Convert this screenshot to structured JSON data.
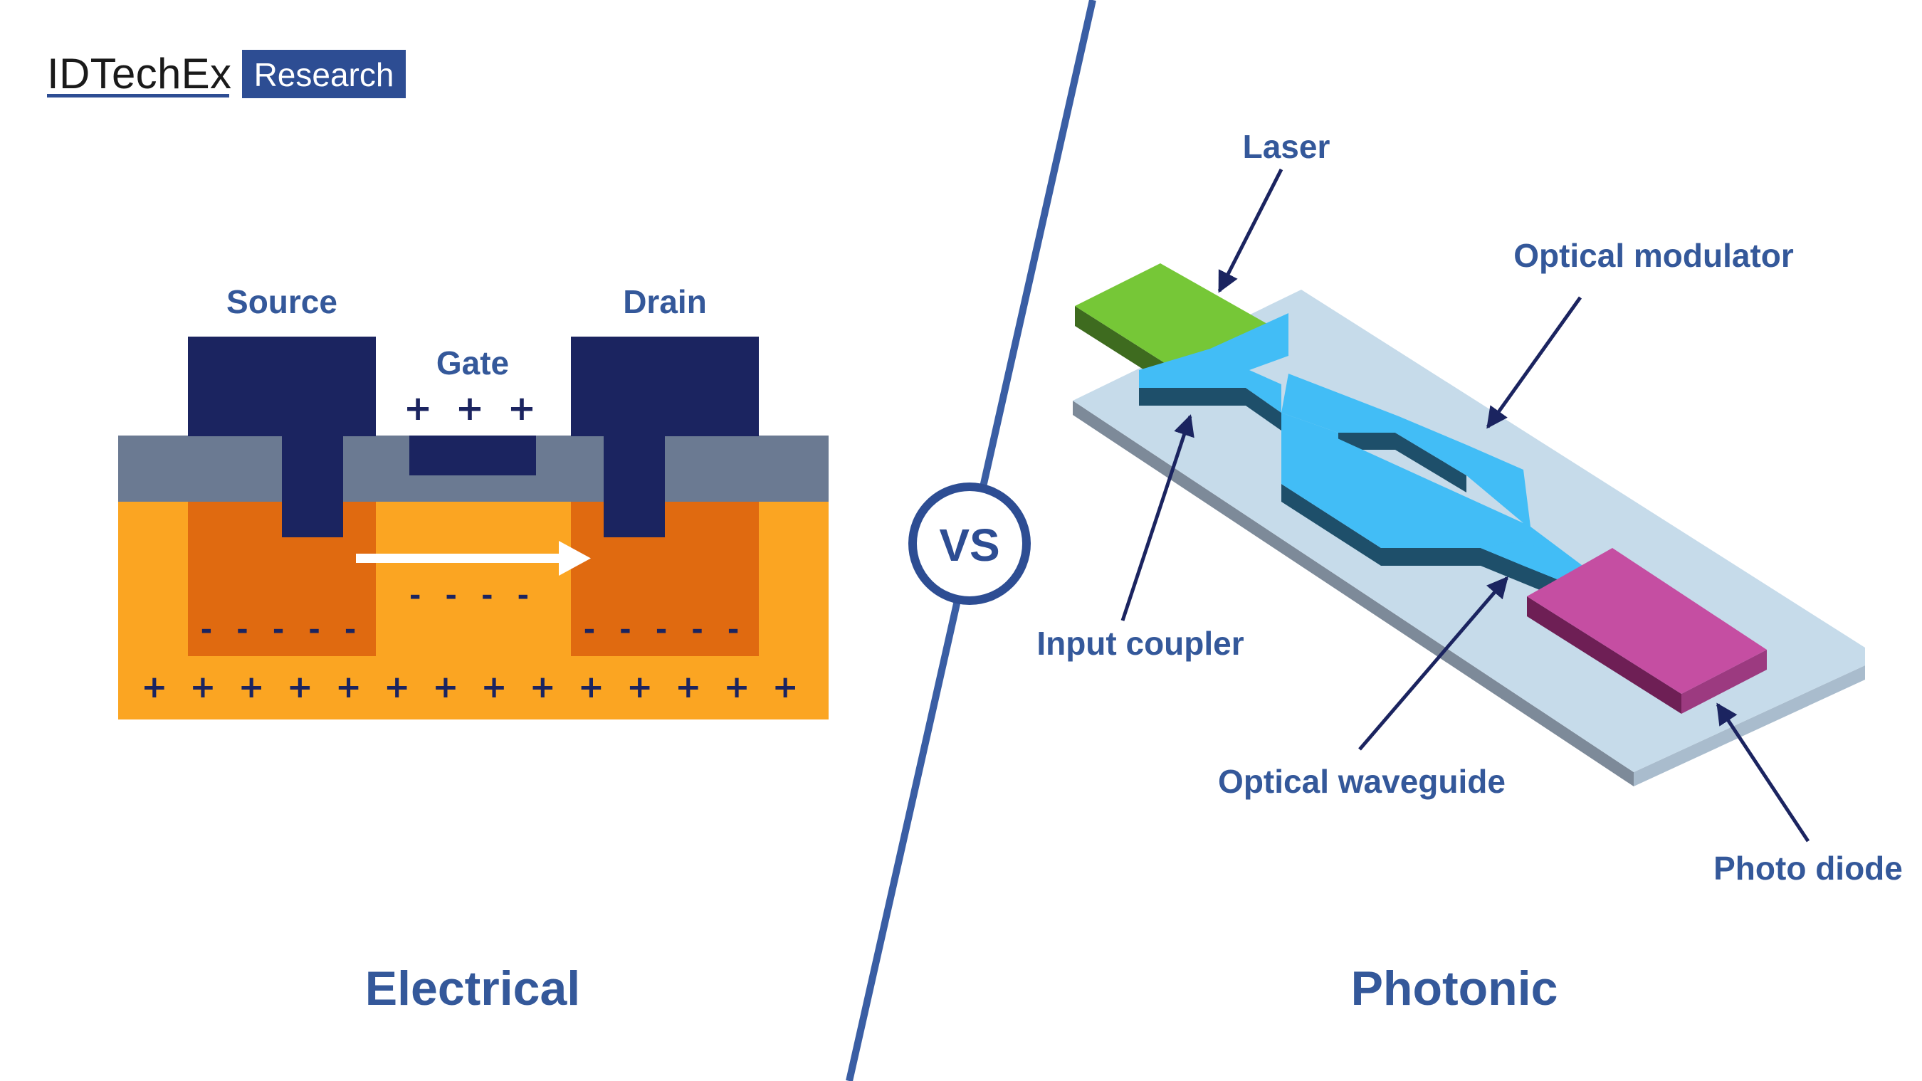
{
  "brand": {
    "name": "IDTechEx",
    "tag": "Research",
    "colors": {
      "text": "#1a1a1a",
      "tag_bg": "#2d4d93",
      "tag_text": "#ffffff"
    }
  },
  "colors": {
    "label": "#34589a",
    "divider": "#3a5ea4",
    "dark_navy": "#1b2460",
    "oxide": "#6b7a92",
    "substrate": "#fba522",
    "well": "#e06a10",
    "laser": "#76c737",
    "waveguide": "#42bdf6",
    "chip": "#c6dbea",
    "photodiode": "#c54ea2"
  },
  "electrical": {
    "title": "Electrical",
    "labels": {
      "source": "Source",
      "drain": "Drain",
      "gate": "Gate"
    },
    "gate_charges": "+ + +",
    "channel_charges": "- - - -",
    "source_charges": "- - - - -",
    "drain_charges": "- - - - -",
    "substrate_charges": "+ + + + + + + + + + + + + +"
  },
  "vs": {
    "label": "VS"
  },
  "photonic": {
    "title": "Photonic",
    "labels": {
      "laser": "Laser",
      "optical_modulator": "Optical modulator",
      "input_coupler": "Input coupler",
      "optical_waveguide": "Optical waveguide",
      "photo_diode": "Photo diode"
    }
  }
}
